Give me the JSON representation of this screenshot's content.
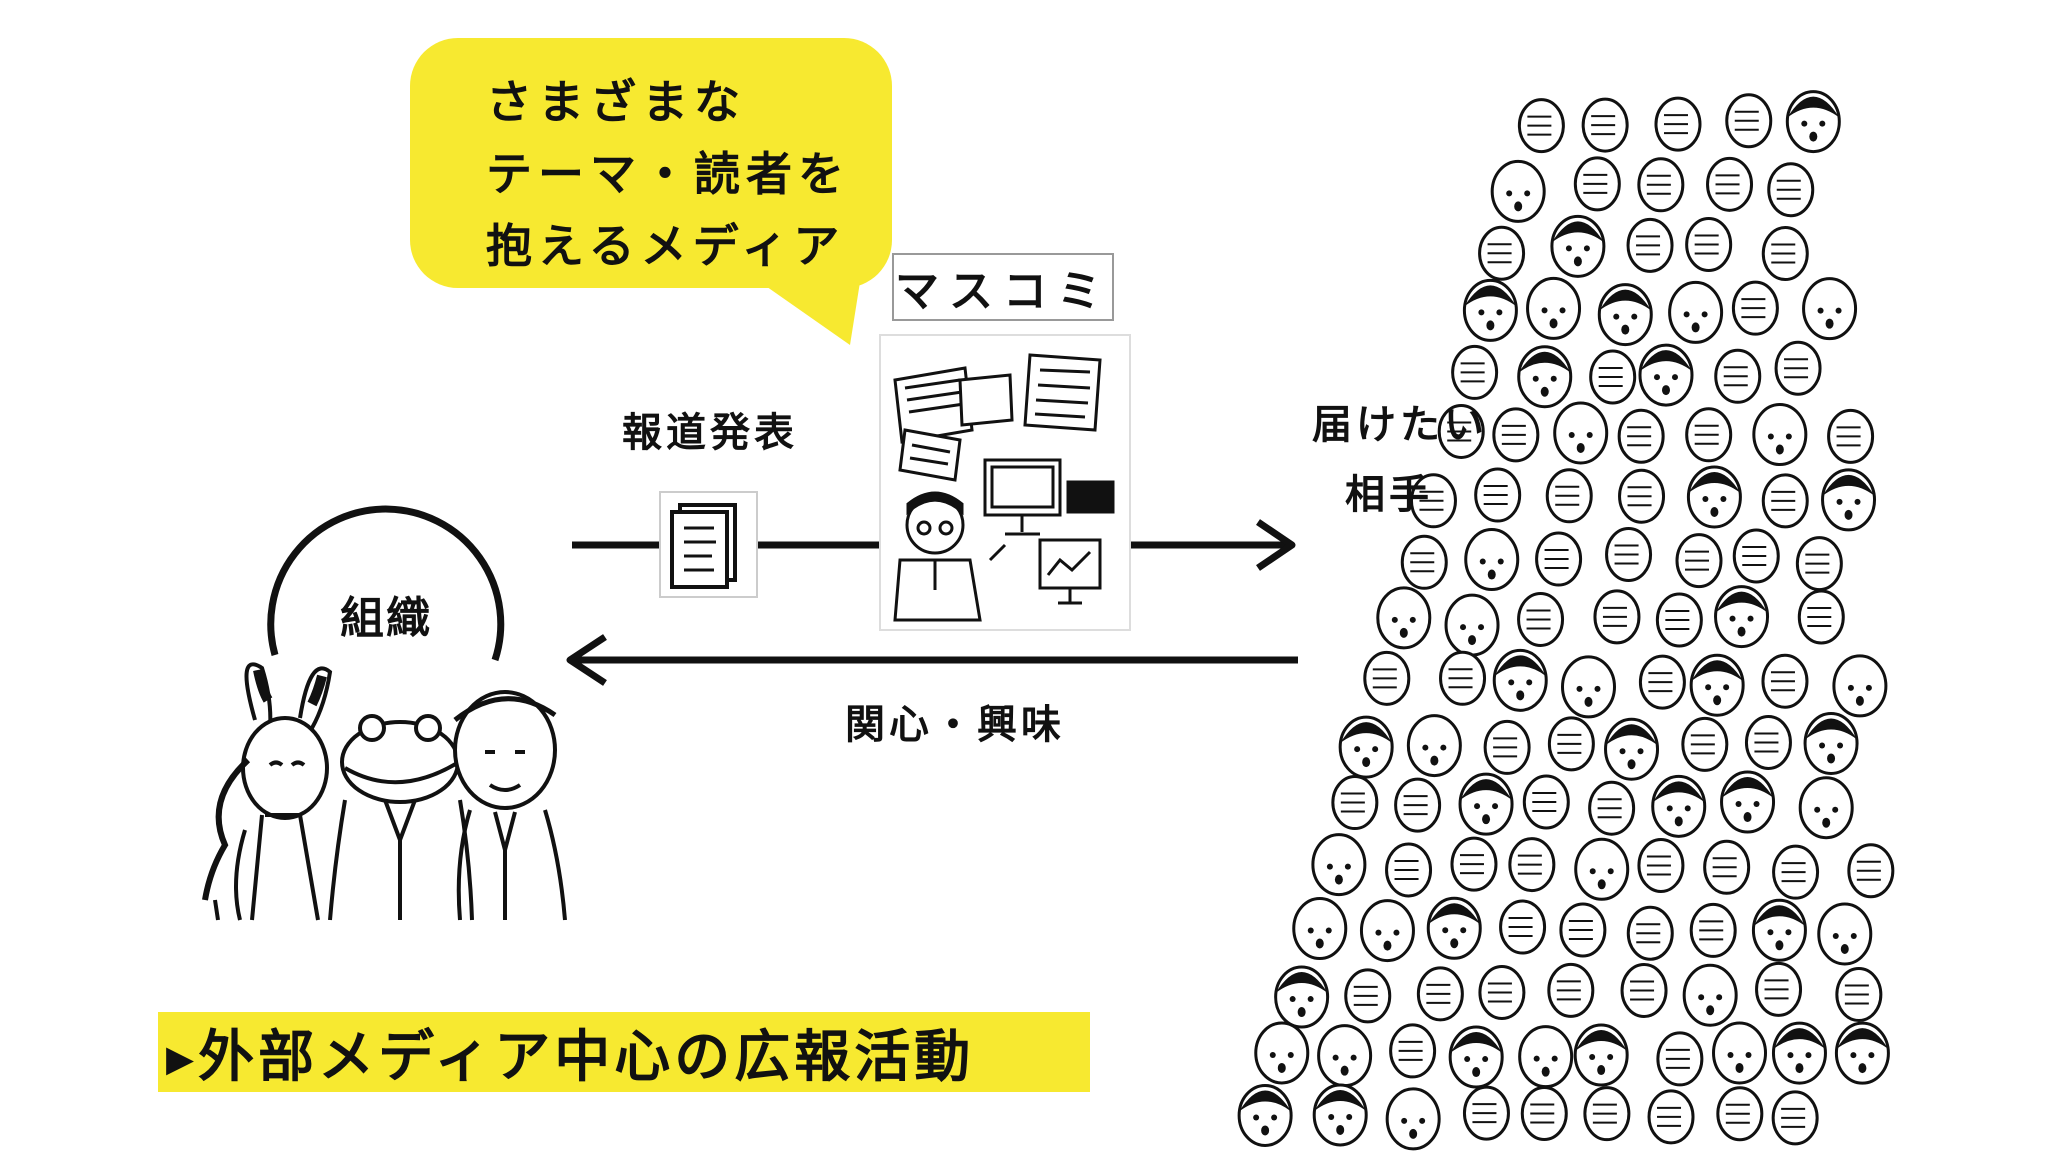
{
  "bubble": {
    "text": "さまざまな\nテーマ・読者を\n抱えるメディア"
  },
  "media_label": "マスコミ",
  "press_release_label": "報道発表",
  "target_label_line1": "届けたい",
  "target_label_line2": "相手",
  "interest_label": "関心・興味",
  "organization_label": "組織",
  "banner_text": "▸外部メディア中心の広報活動",
  "colors": {
    "highlight": "#f7e930",
    "ink": "#111111"
  }
}
